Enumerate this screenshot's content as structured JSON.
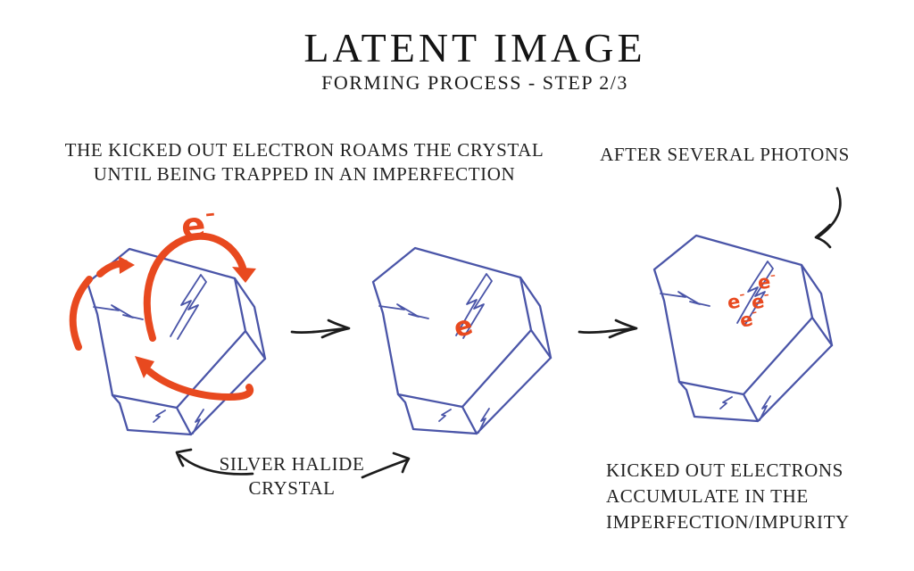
{
  "header": {
    "title": "LATENT IMAGE",
    "subtitle": "FORMING PROCESS - STEP 2/3"
  },
  "captions": {
    "left": [
      "THE KICKED OUT ELECTRON ROAMS THE CRYSTAL",
      "UNTIL BEING TRAPPED IN AN IMPERFECTION"
    ],
    "after_photons": "AFTER SEVERAL PHOTONS",
    "crystal_label": [
      "SILVER HALIDE",
      "CRYSTAL"
    ],
    "accumulate": [
      "KICKED OUT ELECTRONS",
      "ACCUMULATE IN THE",
      "IMPERFECTION/IMPURITY"
    ]
  },
  "symbols": {
    "electron": "e",
    "minus": "–"
  },
  "colors": {
    "ink": "#1c1c1c",
    "crystal_blue": "#4a55a8",
    "electron_orange": "#e8491f"
  }
}
